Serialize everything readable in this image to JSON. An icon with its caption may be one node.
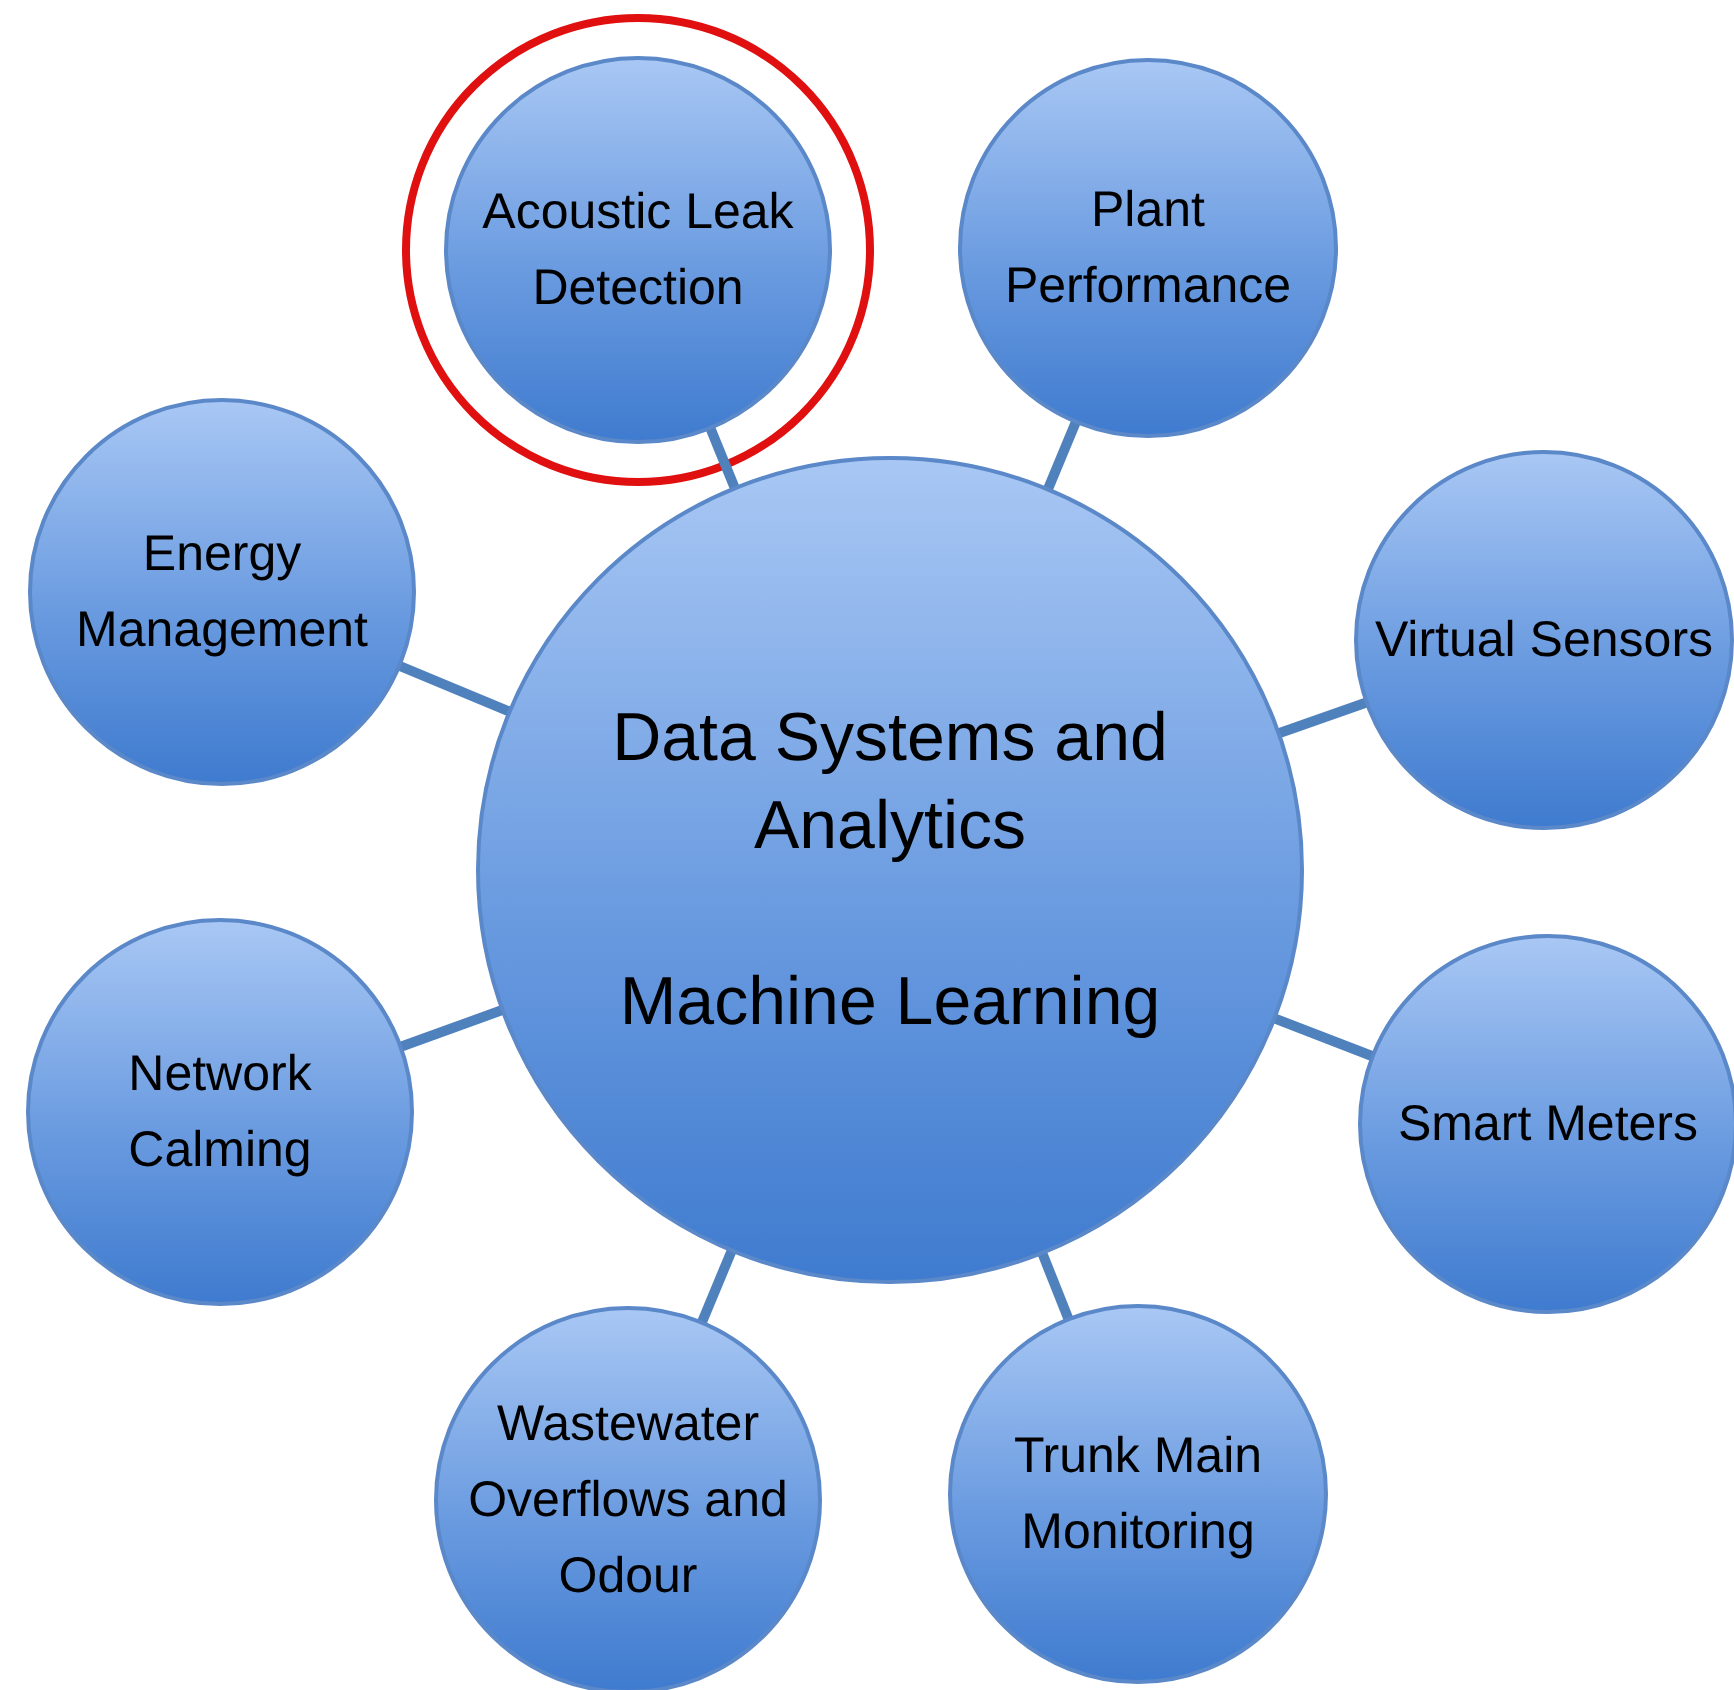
{
  "diagram": {
    "nodes": [
      {
        "text": [
          "Data Systems and Analytics",
          "Machine Learning"
        ]
      },
      {
        "text": [
          "Acoustic Leak Detection"
        ]
      },
      {
        "text": [
          "Plant Performance"
        ]
      },
      {
        "text": [
          "Virtual Sensors"
        ]
      },
      {
        "text": [
          "Smart Meters"
        ]
      },
      {
        "text": [
          "Trunk Main Monitoring"
        ]
      },
      {
        "text": [
          "Wastewater Overflows and Odour"
        ]
      },
      {
        "text": [
          "Network Calming"
        ]
      },
      {
        "text": [
          "Energy Management"
        ]
      }
    ],
    "edges": [
      {
        "from": 0,
        "to": 1,
        "arrow": "none"
      },
      {
        "from": 0,
        "to": 2,
        "arrow": "none"
      },
      {
        "from": 0,
        "to": 3,
        "arrow": "none"
      },
      {
        "from": 0,
        "to": 4,
        "arrow": "none"
      },
      {
        "from": 0,
        "to": 5,
        "arrow": "none"
      },
      {
        "from": 0,
        "to": 6,
        "arrow": "none"
      },
      {
        "from": 0,
        "to": 7,
        "arrow": "none"
      },
      {
        "from": 0,
        "to": 8,
        "arrow": "none"
      }
    ]
  }
}
